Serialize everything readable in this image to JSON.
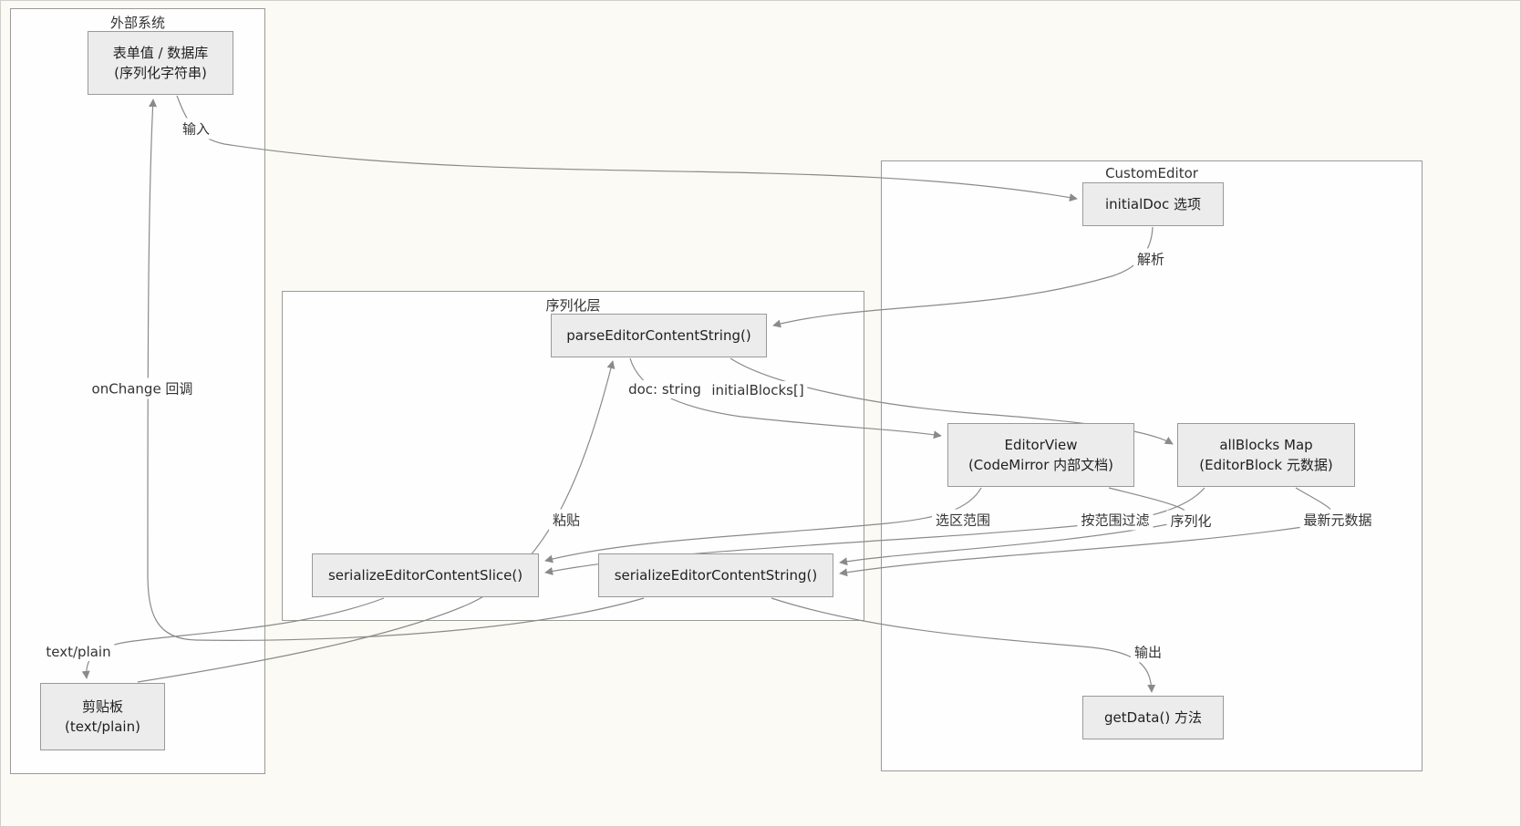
{
  "diagram": {
    "type": "flowchart",
    "containers": {
      "external": {
        "label": "外部系统"
      },
      "serialization": {
        "label": "序列化层"
      },
      "custom_editor": {
        "label": "CustomEditor"
      }
    },
    "nodes": {
      "form_db": {
        "line1": "表单值 / 数据库",
        "line2": "(序列化字符串)"
      },
      "clipboard": {
        "line1": "剪贴板",
        "line2": "(text/plain)"
      },
      "initial_doc": {
        "line1": "initialDoc 选项"
      },
      "parse_editor_content_string": {
        "line1": "parseEditorContentString()"
      },
      "serialize_editor_content_slice": {
        "line1": "serializeEditorContentSlice()"
      },
      "serialize_editor_content_string": {
        "line1": "serializeEditorContentString()"
      },
      "editor_view": {
        "line1": "EditorView",
        "line2": "(CodeMirror 内部文档)"
      },
      "all_blocks_map": {
        "line1": "allBlocks Map",
        "line2": "(EditorBlock 元数据)"
      },
      "get_data": {
        "line1": "getData() 方法"
      }
    },
    "edge_labels": {
      "input": "输入",
      "parse": "解析",
      "doc_string": "doc: string",
      "initial_blocks": "initialBlocks[]",
      "paste": "粘贴",
      "selection_range": "选区范围",
      "filter_by_range": "按范围过滤",
      "serialize": "序列化",
      "latest_metadata": "最新元数据",
      "onchange_callback": "onChange 回调",
      "text_plain": "text/plain",
      "output": "输出"
    },
    "edges": [
      {
        "from": "form_db",
        "to": "initial_doc",
        "label": "输入"
      },
      {
        "from": "initial_doc",
        "to": "parse_editor_content_string",
        "label": "解析"
      },
      {
        "from": "parse_editor_content_string",
        "to": "editor_view",
        "label": "doc: string"
      },
      {
        "from": "parse_editor_content_string",
        "to": "all_blocks_map",
        "label": "initialBlocks[]"
      },
      {
        "from": "editor_view",
        "to": "serialize_editor_content_slice",
        "label": "选区范围"
      },
      {
        "from": "all_blocks_map",
        "to": "serialize_editor_content_slice",
        "label": "按范围过滤"
      },
      {
        "from": "editor_view",
        "to": "serialize_editor_content_string",
        "label": "序列化"
      },
      {
        "from": "all_blocks_map",
        "to": "serialize_editor_content_string",
        "label": "最新元数据"
      },
      {
        "from": "serialize_editor_content_slice",
        "to": "clipboard",
        "label": "text/plain"
      },
      {
        "from": "clipboard",
        "to": "parse_editor_content_string",
        "label": "粘贴"
      },
      {
        "from": "serialize_editor_content_string",
        "to": "get_data",
        "label": "输出"
      },
      {
        "from": "serialize_editor_content_string",
        "to": "form_db",
        "label": "onChange 回调"
      }
    ],
    "colors": {
      "background": "#fbfaf4",
      "container_fill": "#fefefe",
      "container_border": "#9a9a9a",
      "node_fill": "#ececec",
      "node_border": "#999999",
      "edge": "#8a8a8a",
      "text": "#333333"
    }
  }
}
